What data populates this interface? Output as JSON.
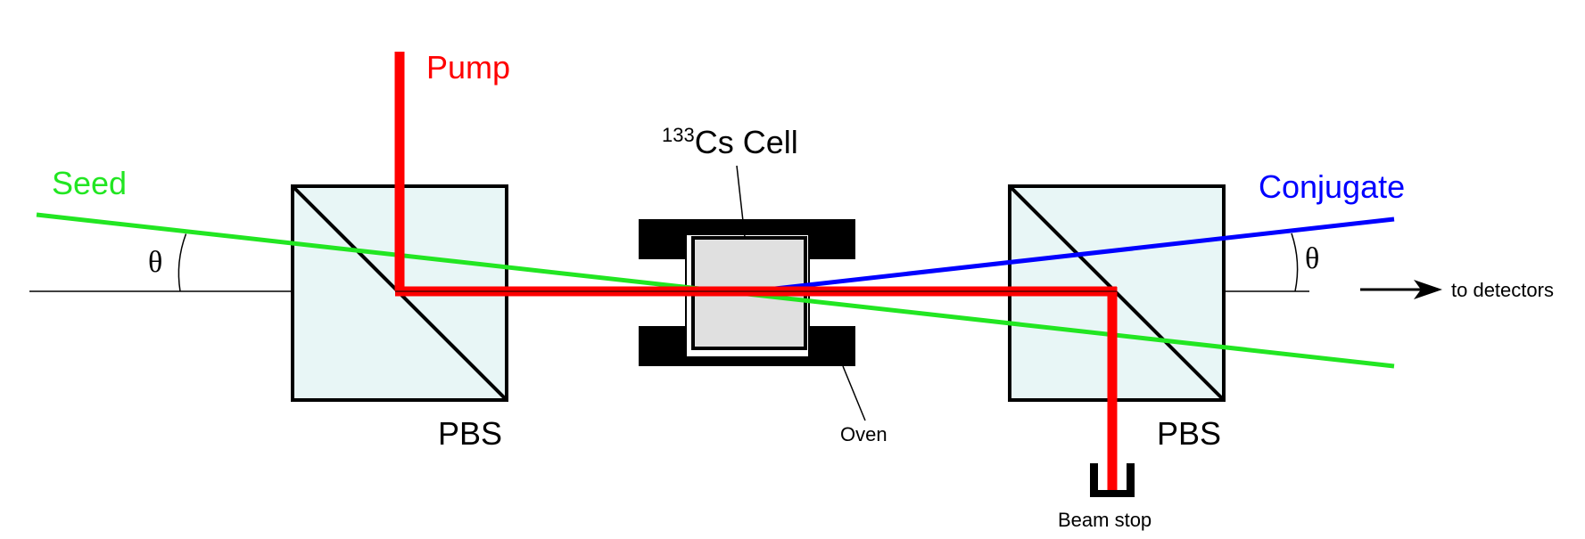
{
  "labels": {
    "pump": "Pump",
    "seed": "Seed",
    "conjugate": "Conjugate",
    "cell_mass_number": "133",
    "cell_name": "Cs Cell",
    "oven": "Oven",
    "pbs_left": "PBS",
    "pbs_right": "PBS",
    "beam_stop": "Beam stop",
    "to_detectors": "to detectors",
    "theta_left": "θ",
    "theta_right": "θ"
  },
  "colors": {
    "pump_beam": "#ff0000",
    "seed_beam": "#22e622",
    "conjugate_beam": "#0000ff",
    "pbs_fill": "#e8f6f6",
    "cell_fill": "#e0e0e0",
    "oven_fill": "#000000",
    "outline": "#000000",
    "text": "#000000"
  }
}
